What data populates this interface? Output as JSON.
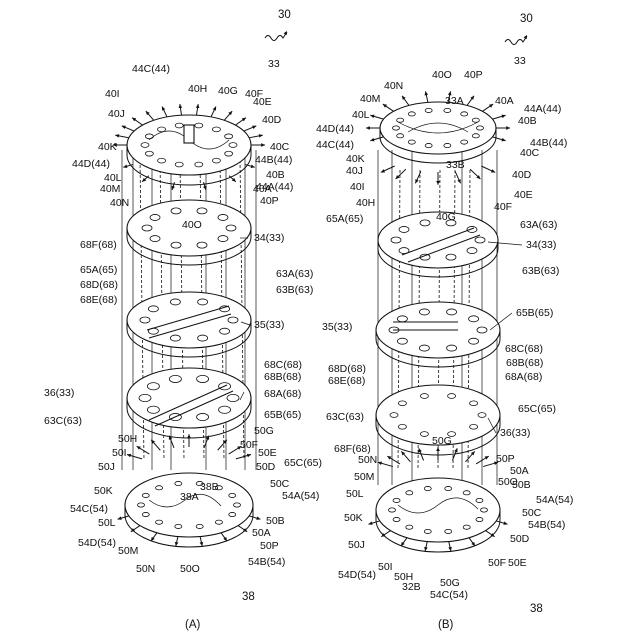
{
  "top_refs": {
    "a": "30",
    "b": "30"
  },
  "panel_labels": {
    "a": "(A)",
    "b": "(B)"
  },
  "bottom_refs": {
    "a": "38",
    "b": "38"
  },
  "panel_a": {
    "top_labels": [
      "44C(44)",
      "40H",
      "40G",
      "40F",
      "40I",
      "40E",
      "40J",
      "40D",
      "40C",
      "40K",
      "44B(44)",
      "44D(44)",
      "40B",
      "40L",
      "40A",
      "40M",
      "44A(44)",
      "40N",
      "40P",
      "40O",
      "33"
    ],
    "mid_labels": [
      "68F(68)",
      "34(33)",
      "65A(65)",
      "63A(63)",
      "68D(68)",
      "63B(63)",
      "68E(68)",
      "35(33)",
      "68C(68)",
      "68B(68)",
      "36(33)",
      "68A(68)",
      "63C(63)",
      "65B(65)"
    ],
    "bottom_labels": [
      "50G",
      "50H",
      "50F",
      "50I",
      "50E",
      "50J",
      "50D",
      "65C(65)",
      "50C",
      "50K",
      "38B",
      "54A(54)",
      "38A",
      "54C(54)",
      "50B",
      "50L",
      "50A",
      "54D(54)",
      "50P",
      "50M",
      "54B(54)",
      "50N",
      "50O"
    ]
  },
  "panel_b": {
    "top_labels": [
      "33",
      "40N",
      "40O",
      "40P",
      "40M",
      "40A",
      "44A(44)",
      "40L",
      "33A",
      "40B",
      "44D(44)",
      "44B(44)",
      "44C(44)",
      "40C",
      "40K",
      "33B",
      "40D",
      "40J",
      "40E",
      "40I",
      "40F",
      "40H",
      "40G"
    ],
    "mid_labels": [
      "65A(65)",
      "63A(63)",
      "34(33)",
      "63B(63)",
      "65B(65)",
      "35(33)",
      "68C(68)",
      "68D(68)",
      "68B(68)",
      "68E(68)",
      "68A(68)",
      "65C(65)",
      "63C(63)",
      "50G",
      "36(33)",
      "68F(68)"
    ],
    "bottom_labels": [
      "50P",
      "50N",
      "50A",
      "50O",
      "50B",
      "50M",
      "54A(54)",
      "50L",
      "50C",
      "54B(54)",
      "50K",
      "50D",
      "50J",
      "54D(54)",
      "50I",
      "50H",
      "50E",
      "50F",
      "32B",
      "50G",
      "54C(54)"
    ]
  }
}
